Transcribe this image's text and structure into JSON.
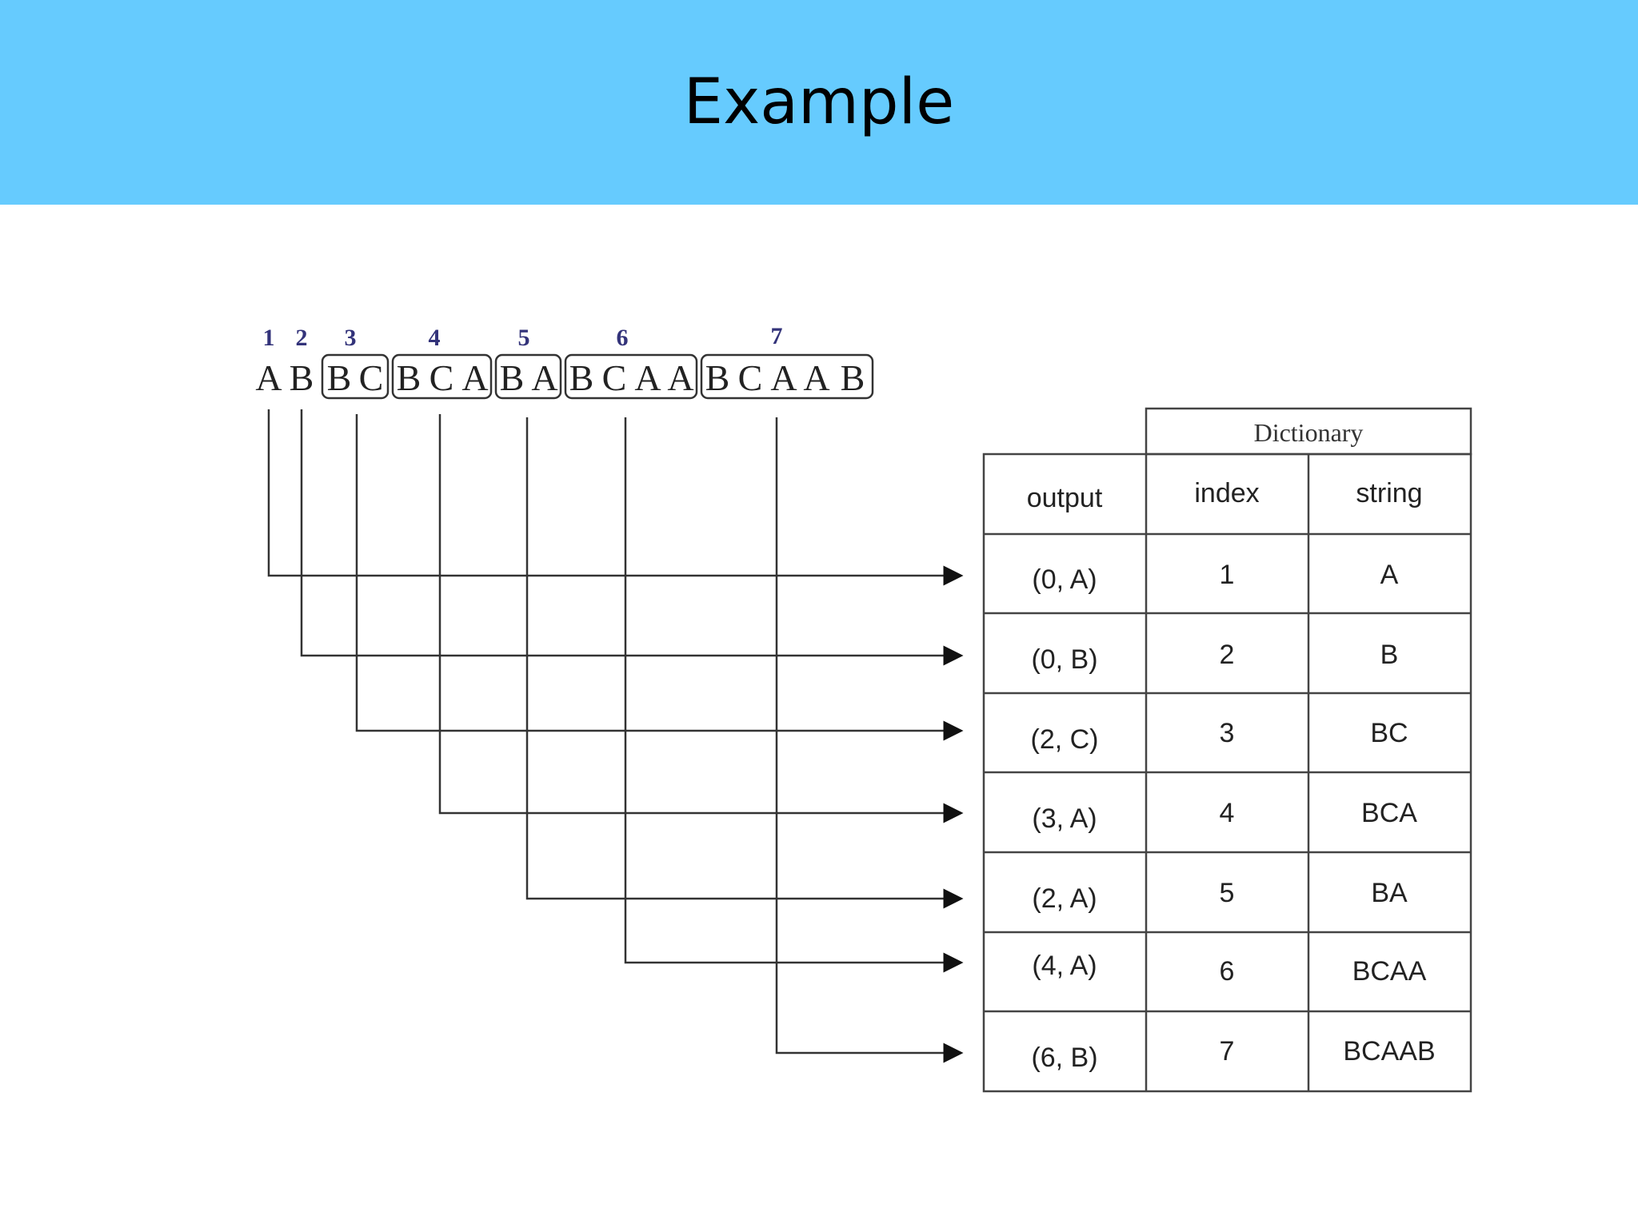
{
  "slide": {
    "title": "Example"
  },
  "input": {
    "chars": [
      "A",
      "B",
      "B",
      "C",
      "B",
      "C",
      "A",
      "B",
      "A",
      "B",
      "C",
      "A",
      "A",
      "B",
      "C",
      "A",
      "A",
      "B"
    ],
    "phrases": [
      {
        "number": "1",
        "text": "A"
      },
      {
        "number": "2",
        "text": "B"
      },
      {
        "number": "3",
        "text": "BC"
      },
      {
        "number": "4",
        "text": "BCA"
      },
      {
        "number": "5",
        "text": "BA"
      },
      {
        "number": "6",
        "text": "BCAA"
      },
      {
        "number": "7",
        "text": "BCAAB"
      }
    ]
  },
  "table": {
    "group_header": "Dictionary",
    "columns": [
      "output",
      "index",
      "string"
    ],
    "rows": [
      {
        "output": "(0, A)",
        "index": "1",
        "string": "A"
      },
      {
        "output": "(0, B)",
        "index": "2",
        "string": "B"
      },
      {
        "output": "(2, C)",
        "index": "3",
        "string": "BC"
      },
      {
        "output": "(3, A)",
        "index": "4",
        "string": "BCA"
      },
      {
        "output": "(2, A)",
        "index": "5",
        "string": "BA"
      },
      {
        "output": "(4, A)",
        "index": "6",
        "string": "BCAA"
      },
      {
        "output": "(6, B)",
        "index": "7",
        "string": "BCAAB"
      }
    ]
  },
  "colors": {
    "header_band": "#66cbfe",
    "phrase_number": "#33337a",
    "line": "#333333"
  }
}
